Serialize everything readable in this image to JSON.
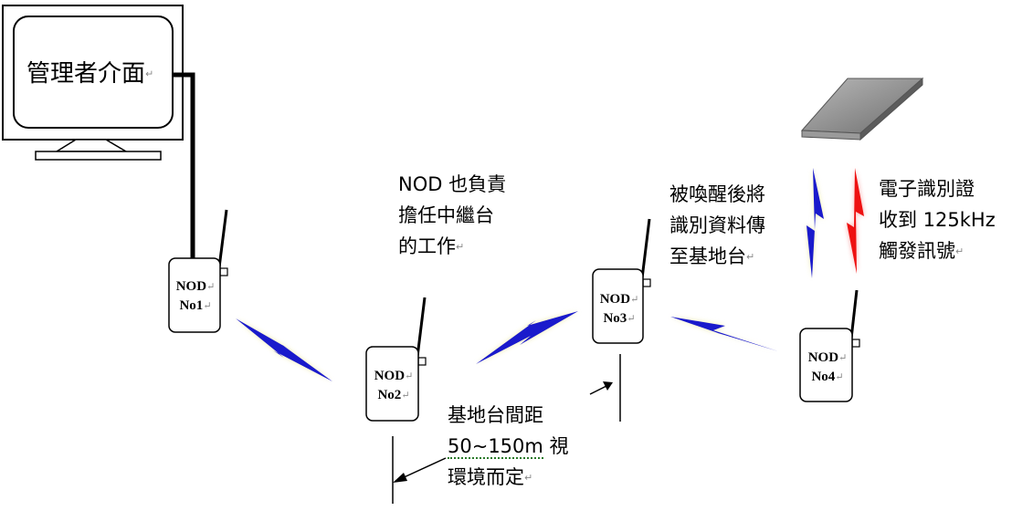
{
  "monitor": {
    "label": "管理者介面"
  },
  "nodes": [
    {
      "id": "no1",
      "line1": "NOD",
      "line2": "No1"
    },
    {
      "id": "no2",
      "line1": "NOD",
      "line2": "No2"
    },
    {
      "id": "no3",
      "line1": "NOD",
      "line2": "No3"
    },
    {
      "id": "no4",
      "line1": "NOD",
      "line2": "No4"
    }
  ],
  "notes": {
    "relay": [
      "NOD 也負責",
      "擔任中繼台",
      "的工作"
    ],
    "wake": [
      "被喚醒後將",
      "識別資料傳",
      "至基地台"
    ],
    "tag": [
      "電子識別證",
      "收到 125kHz",
      "觸發訊號"
    ],
    "distance": [
      "基地台間距",
      "50~150m",
      " 視",
      "環境而定"
    ]
  },
  "paragraph_mark": "↵",
  "colors": {
    "wireless_link": "#1a1acc",
    "trigger_signal": "#ee1111",
    "glow": "#e8e070",
    "reader_body": "#8a8a8a"
  }
}
